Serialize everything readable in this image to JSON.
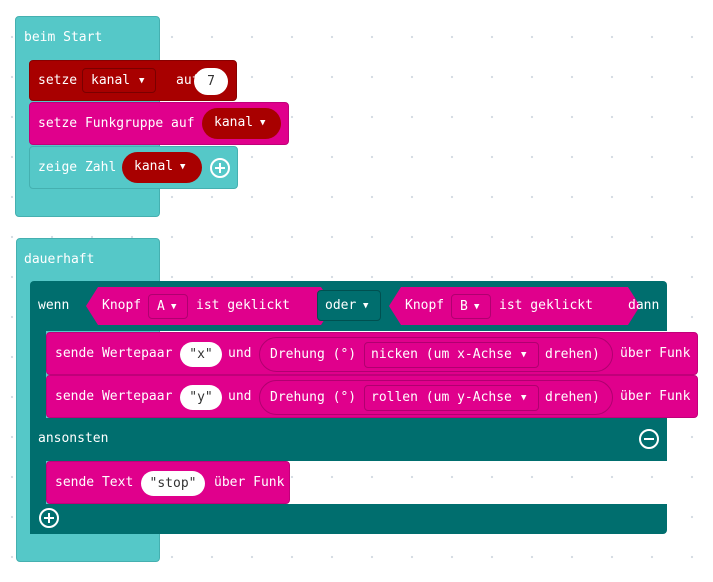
{
  "on_start": {
    "hat_label": "beim Start",
    "set_var": {
      "set_label": "setze",
      "var": "kanal",
      "to_label": "auf",
      "value": "7"
    },
    "set_group": {
      "label": "setze Funkgruppe auf",
      "var": "kanal"
    },
    "show_number": {
      "label": "zeige Zahl",
      "var": "kanal"
    }
  },
  "forever": {
    "hat_label": "dauerhaft",
    "if_block": {
      "if_label": "wenn",
      "cond1": {
        "label": "Knopf",
        "button": "A",
        "suffix": "ist geklickt"
      },
      "operator": "oder",
      "cond2": {
        "label": "Knopf",
        "button": "B",
        "suffix": "ist geklickt"
      },
      "then_label": "dann",
      "else_label": "ansonsten"
    },
    "send_x": {
      "label": "sende Wertepaar",
      "name": "x",
      "and_label": "und",
      "rotation_label": "Drehung (°)",
      "axis": "nicken (um x-Achse",
      "rotate_label": "drehen)",
      "suffix": "über Funk"
    },
    "send_y": {
      "label": "sende Wertepaar",
      "name": "y",
      "and_label": "und",
      "rotation_label": "Drehung (°)",
      "axis": "rollen (um y-Achse",
      "rotate_label": "drehen)",
      "suffix": "über Funk"
    },
    "send_text": {
      "label": "sende Text",
      "value": "stop",
      "suffix": "über Funk"
    }
  },
  "colors": {
    "events": "#55c8c8",
    "logic": "#006e6e",
    "radio": "#e0008c",
    "variables": "#a80000",
    "grid_dot": "#d4dbe2"
  },
  "icons": {
    "add": "plus-circle-icon",
    "remove": "minus-circle-icon",
    "dropdown": "caret-down-icon"
  }
}
